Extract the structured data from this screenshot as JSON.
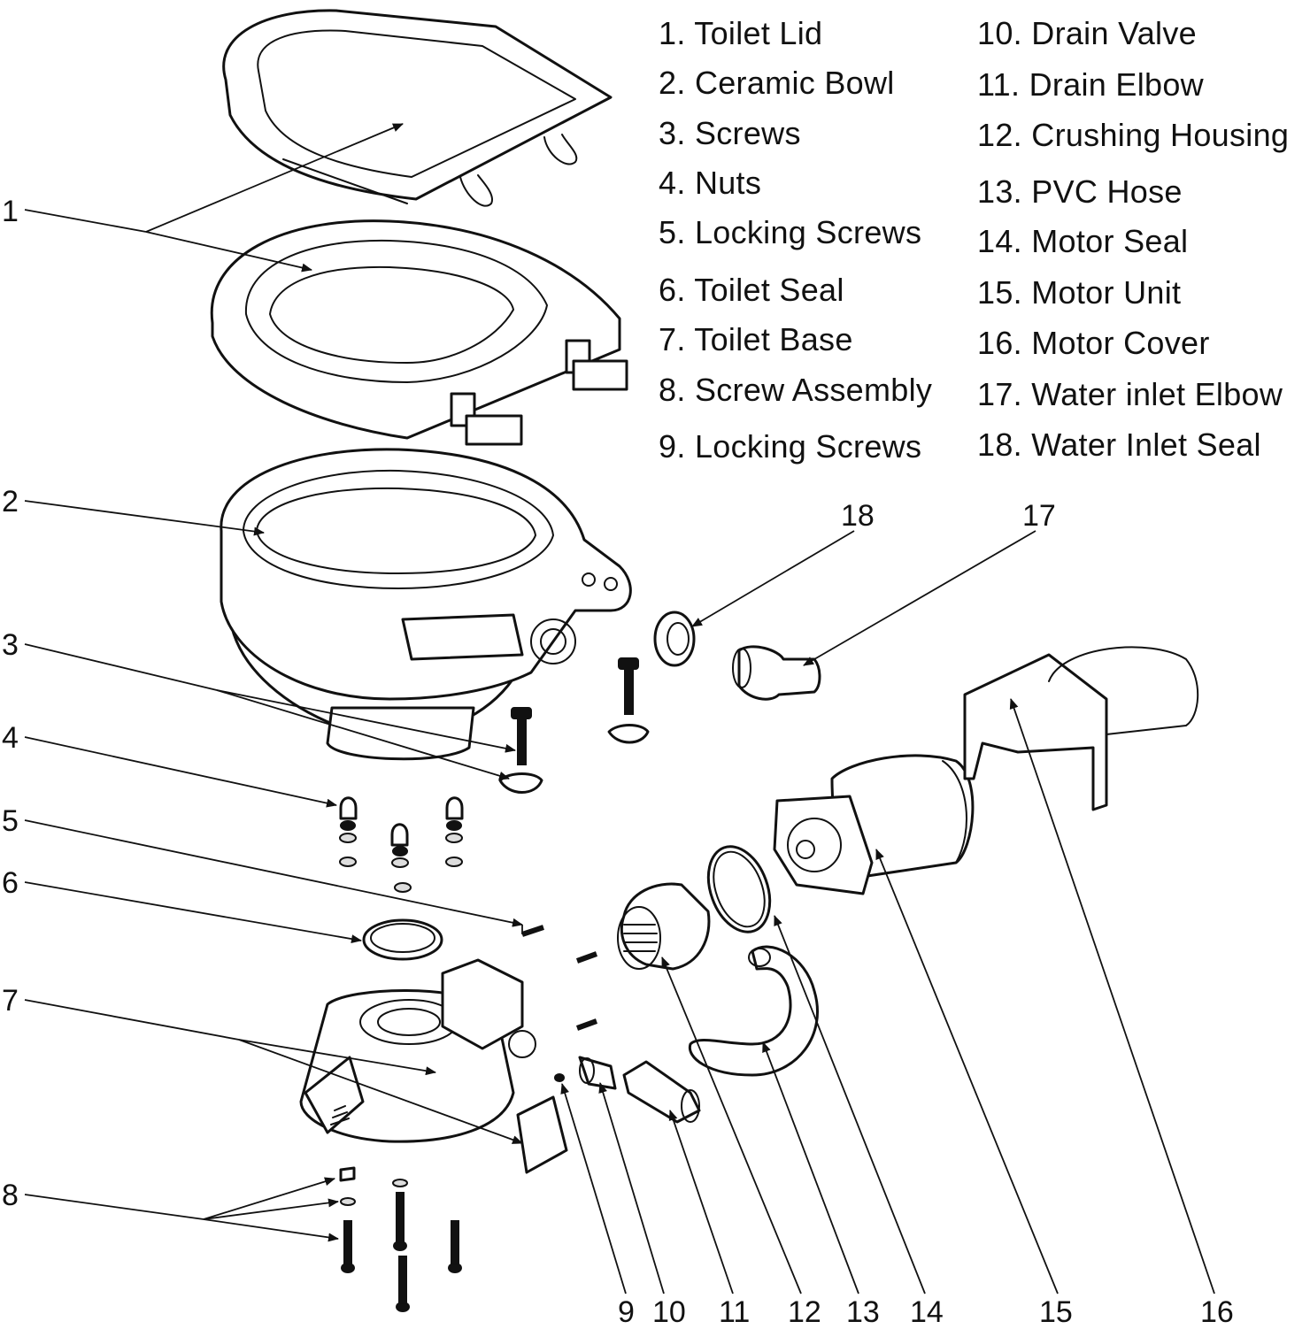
{
  "legend": {
    "left": [
      {
        "num": "1.",
        "name": "Toilet Lid"
      },
      {
        "num": "2.",
        "name": "Ceramic Bowl"
      },
      {
        "num": "3.",
        "name": "Screws"
      },
      {
        "num": "4.",
        "name": "Nuts"
      },
      {
        "num": "5.",
        "name": "Locking Screws"
      },
      {
        "num": "6.",
        "name": "Toilet Seal"
      },
      {
        "num": "7.",
        "name": "Toilet Base"
      },
      {
        "num": "8.",
        "name": "Screw Assembly"
      },
      {
        "num": "9.",
        "name": "Locking Screws"
      }
    ],
    "right": [
      {
        "num": "10.",
        "name": "Drain Valve"
      },
      {
        "num": "11.",
        "name": "Drain Elbow"
      },
      {
        "num": "12.",
        "name": "Crushing Housing"
      },
      {
        "num": "13.",
        "name": "PVC Hose"
      },
      {
        "num": "14.",
        "name": "Motor Seal"
      },
      {
        "num": "15.",
        "name": "Motor Unit"
      },
      {
        "num": "16.",
        "name": "Motor Cover"
      },
      {
        "num": "17.",
        "name": "Water inlet Elbow"
      },
      {
        "num": "18.",
        "name": "Water Inlet Seal"
      }
    ]
  },
  "callouts": {
    "c1": "1",
    "c2": "2",
    "c3": "3",
    "c4": "4",
    "c5": "5",
    "c6": "6",
    "c7": "7",
    "c8": "8",
    "c9": "9",
    "c10": "10",
    "c11": "11",
    "c12": "12",
    "c13": "13",
    "c14": "14",
    "c15": "15",
    "c16": "16",
    "c17": "17",
    "c18": "18"
  }
}
